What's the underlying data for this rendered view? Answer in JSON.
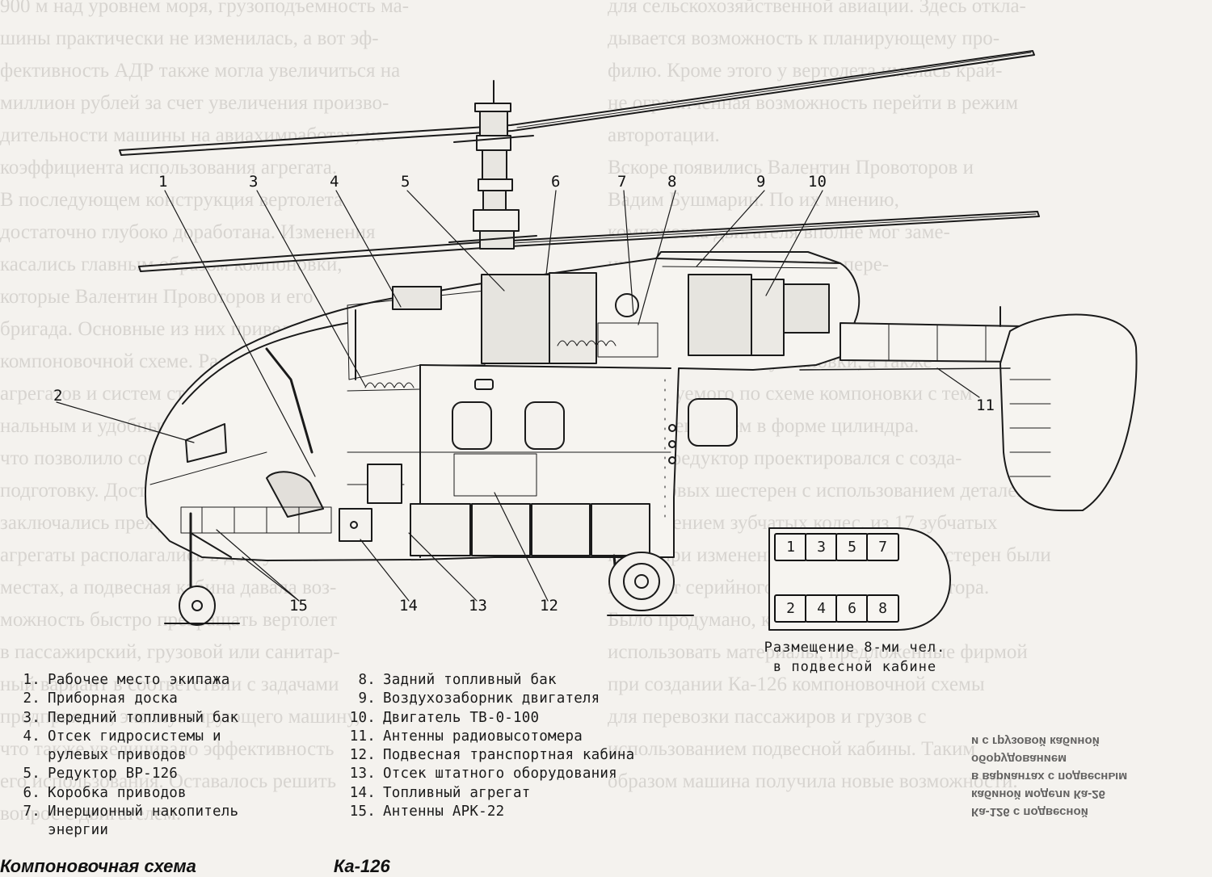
{
  "background_text": {
    "left": [
      "900 м над уровнем моря, грузоподъемность ма-",
      "шины практически не изменилась, а вот эф-",
      "фективность АДР также могла увеличиться на",
      "миллион рублей за счет увеличения произво-",
      "дительности машины на авиахимработах, на",
      "коэффициента использования агрегата.",
      "   В последующем конструкция вертолета",
      "достаточно глубоко доработана. Изменения",
      "касались главным образом компоновки,",
      "которые Валентин Провоторов и его",
      "бригада. Основные из них приведены на",
      "компоновочной схеме. Расположение",
      "агрегатов и систем стало более рацио-",
      "нальным и удобным для обслуживания,",
      "что позволило сократить время на",
      "подготовку. Достоинства новой схемы",
      "заключались прежде всего в том, что",
      "агрегаты располагались в доступных",
      "местах, а подвесная кабина давала воз-",
      "можность быстро превращать вертолет",
      "в пассажирский, грузовой или санитар-",
      "ный вариант в соответствии с задачами",
      "предприятия, эксплуатирующего машину,",
      "что также увеличивало эффективность",
      "его использования. Оставалось решить",
      "вопрос с двигателем."
    ],
    "right": [
      "для сельскохозяйственной авиации. Здесь откла-",
      "дывается возможность к планирующему про-",
      "филю. Кроме этого у вертолета имелась край-",
      "не ограниченная возможность перейти в режим",
      "авторотации.",
      "   Вскоре появились Валентин Провоторов и",
      "Вадим Бушмарин. По их мнению,",
      "компоновка двигателя вполне мог заме-",
      "нить аккумулятор, позднее пере-",
      "стали рассматривать разный",
      "вариант стабилизации в конструкции",
      "агрегатов силовой установки, а также",
      "используемого по схеме компоновки с тем",
      "же размещением в форме цилиндра.",
      "   Новый редуктор проектировался с созда-",
      "нием новых шестерен с использованием деталей Р-26",
      "с изменением зубчатых колес, из 17 зубчатых",
      "колес при изменении количества 14 шестерен были",
      "взяты от серийного вертолетного редуктора.",
      "   Было продумано, как",
      "использовать материалы, предложенные фирмой",
      "при создании Ка-126 компоновочной схемы",
      "для перевозки пассажиров и грузов с",
      "использованием подвесной кабины. Таким",
      "образом машина получила новые возможности."
    ]
  },
  "callouts": [
    "1",
    "2",
    "3",
    "4",
    "5",
    "6",
    "7",
    "8",
    "9",
    "10",
    "11",
    "12",
    "13",
    "14",
    "15"
  ],
  "legend_left": [
    {
      "num": "1.",
      "text": "Рабочее место экипажа"
    },
    {
      "num": "2.",
      "text": "Приборная доска"
    },
    {
      "num": "3.",
      "text": "Передний топливный бак"
    },
    {
      "num": "4.",
      "text": "Отсек гидросистемы и рулевых приводов"
    },
    {
      "num": "5.",
      "text": "Редуктор ВР-126"
    },
    {
      "num": "6.",
      "text": "Коробка приводов"
    },
    {
      "num": "7.",
      "text": "Инерционный накопитель энергии"
    }
  ],
  "legend_right": [
    {
      "num": "8.",
      "text": "Задний топливный бак"
    },
    {
      "num": "9.",
      "text": "Воздухозаборник двигателя"
    },
    {
      "num": "10.",
      "text": "Двигатель ТВ-0-100"
    },
    {
      "num": "11.",
      "text": "Антенны радиовысотомера"
    },
    {
      "num": "12.",
      "text": "Подвесная транспортная кабина"
    },
    {
      "num": "13.",
      "text": "Отсек штатного оборудования"
    },
    {
      "num": "14.",
      "text": "Топливный агрегат"
    },
    {
      "num": "15.",
      "text": "Антенны АРК-22"
    }
  ],
  "seating": {
    "top_row": [
      "1",
      "3",
      "5",
      "7"
    ],
    "bottom_row": [
      "2",
      "4",
      "6",
      "8"
    ],
    "caption_line1": "Размещение 8-ми чел.",
    "caption_line2": "в подвесной кабине"
  },
  "inset_note": {
    "lines": [
      "Ка-126 с подвесной",
      "кабиной модели Ка-26",
      "в вариантах с подвесным",
      "оборудованием",
      "и с грузовой кабиной"
    ]
  },
  "page_bottom": {
    "left": "Компоновочная схема",
    "right": "Ка-126"
  },
  "colors": {
    "paper": "#f4f2ee",
    "ink": "#1a1a1a",
    "background_text": "#a9a6a0"
  }
}
